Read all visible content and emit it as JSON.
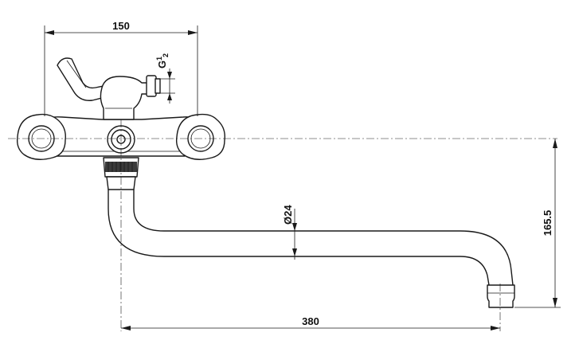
{
  "dimensions": {
    "top_width": "150",
    "thread_prefix": "G",
    "thread_num": "1",
    "thread_den": "2",
    "pipe_diameter": "Ø24",
    "height": "165.5",
    "spout_length": "380"
  }
}
